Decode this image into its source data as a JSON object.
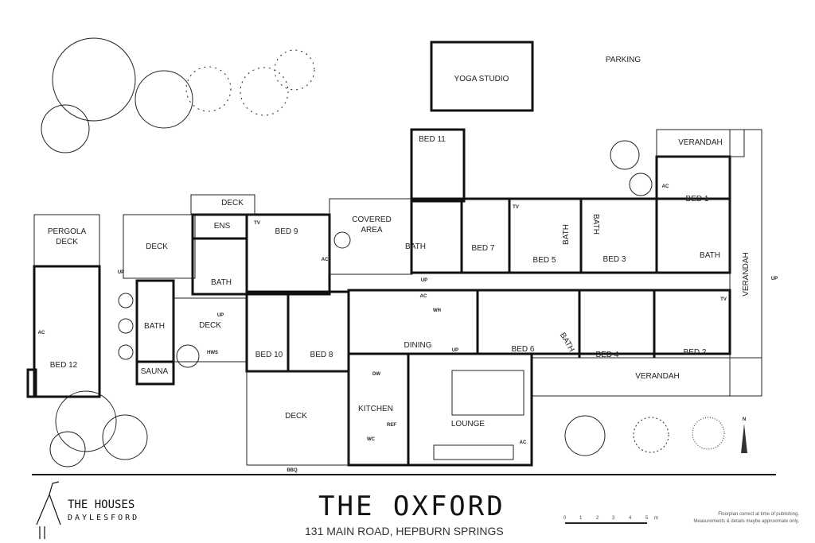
{
  "plan": {
    "title": "THE OXFORD",
    "address": "131 MAIN ROAD, HEPBURN SPRINGS",
    "brand_line1": "THE HOUSES",
    "brand_line2": "DAYLESFORD",
    "note_line1": "Floorplan correct at time of publishing.",
    "note_line2": "Measurements & details maybe approximate only.",
    "scale_ticks": [
      "0",
      "1",
      "2",
      "3",
      "4",
      "5"
    ],
    "scale_unit": "m",
    "north": "N"
  },
  "rooms": {
    "yoga": "YOGA STUDIO",
    "parking": "PARKING",
    "pergola": "PERGOLA",
    "pergola_deck": "DECK",
    "bed12": "BED 12",
    "deck_w": "DECK",
    "deck_top": "DECK",
    "ens": "ENS",
    "bed9": "BED 9",
    "bath9": "BATH",
    "bath_sauna": "BATH",
    "sauna": "SAUNA",
    "deck_mid": "DECK",
    "hws": "HWS",
    "bed10": "BED 10",
    "bed8": "BED 8",
    "covered1": "COVERED",
    "covered2": "AREA",
    "bed11": "BED 11",
    "bath_c": "BATH",
    "bed7": "BED 7",
    "bed5": "BED 5",
    "bath5": "BATH",
    "bath3": "BATH",
    "bed3": "BED 3",
    "bed1": "BED 1",
    "bath1": "BATH",
    "verandah_top": "VERANDAH",
    "verandah_right": "VERANDAH",
    "verandah_bottom": "VERANDAH",
    "dining": "DINING",
    "bed6": "BED 6",
    "bath6": "BATH",
    "bed4": "BED 4",
    "bed2": "BED 2",
    "kitchen": "KITCHEN",
    "lounge": "LOUNGE",
    "deck_s": "DECK",
    "wc": "WC",
    "ref": "REF",
    "dw": "DW",
    "wh": "WH",
    "bbq": "BBQ"
  },
  "marks": {
    "ac": "AC",
    "tv": "TV",
    "up": "UP"
  }
}
